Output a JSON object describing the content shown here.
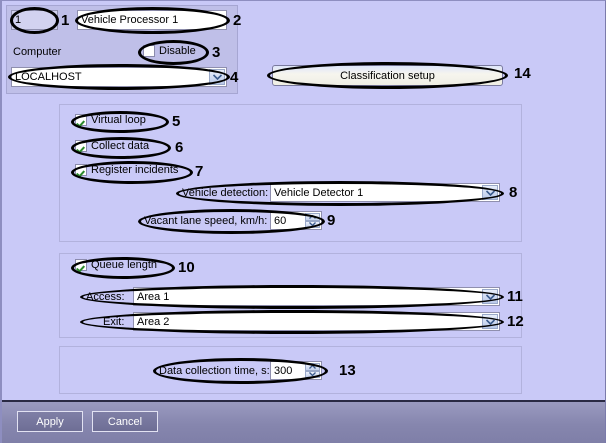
{
  "window": {
    "background_color": "#c9c9f7",
    "panel_color": "#bfbfe8"
  },
  "identification": {
    "id_value": "1",
    "name_value": "Vehicle Processor 1",
    "computer_label": "Computer",
    "disable_label": "Disable",
    "disable_checked": false,
    "computer_value": "LOCALHOST"
  },
  "classification": {
    "setup_button_label": "Classification setup"
  },
  "detection_group": {
    "virtual_loop_label": "Virtual loop",
    "virtual_loop_checked": true,
    "collect_data_label": "Collect data",
    "collect_data_checked": true,
    "register_incidents_label": "Register incidents",
    "register_incidents_checked": true,
    "vehicle_detection_label": "Vehicle detection:",
    "vehicle_detection_value": "Vehicle Detector 1",
    "vacant_lane_speed_label": "Vacant lane speed, km/h:",
    "vacant_lane_speed_value": "60"
  },
  "queue_group": {
    "queue_length_label": "Queue length",
    "queue_length_checked": true,
    "access_label": "Access:",
    "access_value": "Area 1",
    "exit_label": "Exit:",
    "exit_value": "Area 2"
  },
  "collection_group": {
    "data_collection_time_label": "Data collection time, s:",
    "data_collection_time_value": "300"
  },
  "commands": {
    "apply_label": "Apply",
    "cancel_label": "Cancel"
  },
  "annotations": {
    "n1": "1",
    "n2": "2",
    "n3": "3",
    "n4": "4",
    "n5": "5",
    "n6": "6",
    "n7": "7",
    "n8": "8",
    "n9": "9",
    "n10": "10",
    "n11": "11",
    "n12": "12",
    "n13": "13",
    "n14": "14"
  }
}
